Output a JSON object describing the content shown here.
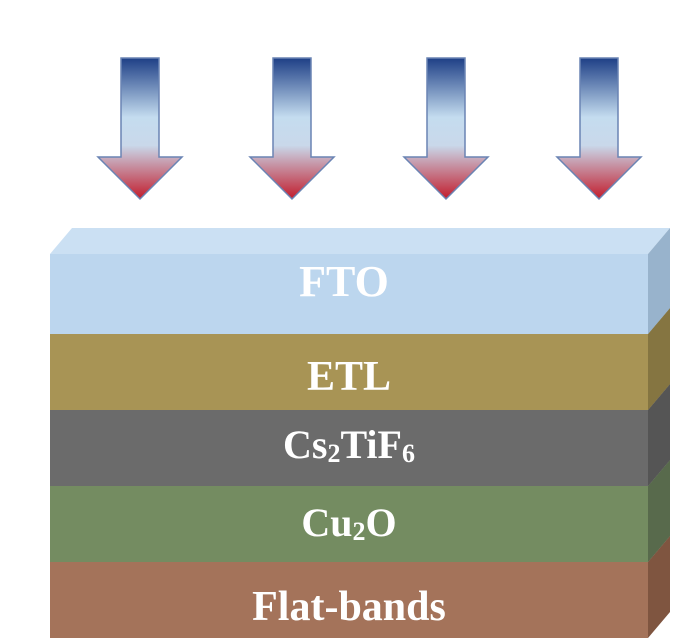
{
  "arrows": {
    "count": 4,
    "meaning": "incident light",
    "colors": {
      "top": "#1e3f86",
      "middle": "#c4dcef",
      "bottom": "#c21c2c",
      "outline": "#6a84b4"
    }
  },
  "layers": [
    {
      "id": "fto",
      "label": "FTO",
      "color": "#bcd6ee"
    },
    {
      "id": "etl",
      "label": "ETL",
      "color": "#a89455"
    },
    {
      "id": "cs2tif6",
      "label_parts": [
        "Cs",
        "2",
        "TiF",
        "6"
      ],
      "color": "#6b6b6b"
    },
    {
      "id": "cu2o",
      "label_parts": [
        "Cu",
        "2",
        "O"
      ],
      "color": "#748c61"
    },
    {
      "id": "flat-bands",
      "label": "Flat-bands",
      "color": "#a4735a"
    }
  ]
}
